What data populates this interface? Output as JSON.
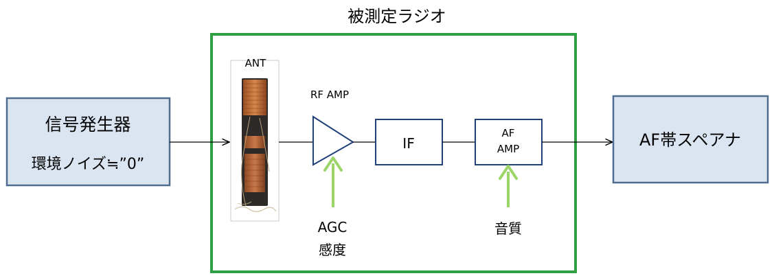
{
  "title": "被測定ラジオ",
  "generator": {
    "line1": "信号発生器",
    "line2": "環境ノイズ≒”0”"
  },
  "antenna": {
    "label": "ANT"
  },
  "rf_amp": {
    "label": "RF AMP"
  },
  "if_block": {
    "label": "IF"
  },
  "af_amp": {
    "line1": "AF",
    "line2": "AMP"
  },
  "analyzer": {
    "label": "AF帯スペアナ"
  },
  "agc": {
    "line1": "AGC",
    "line2": "感度"
  },
  "tone": {
    "label": "音質"
  },
  "colors": {
    "box_fill": "#dbe5f1",
    "box_border": "#4f6d8f",
    "block_border": "#1f3f77",
    "radio_border": "#2ea043",
    "control_arrow": "#9bd56a",
    "coil_copper": "#c0703a",
    "core_dark": "#2d2a28"
  }
}
